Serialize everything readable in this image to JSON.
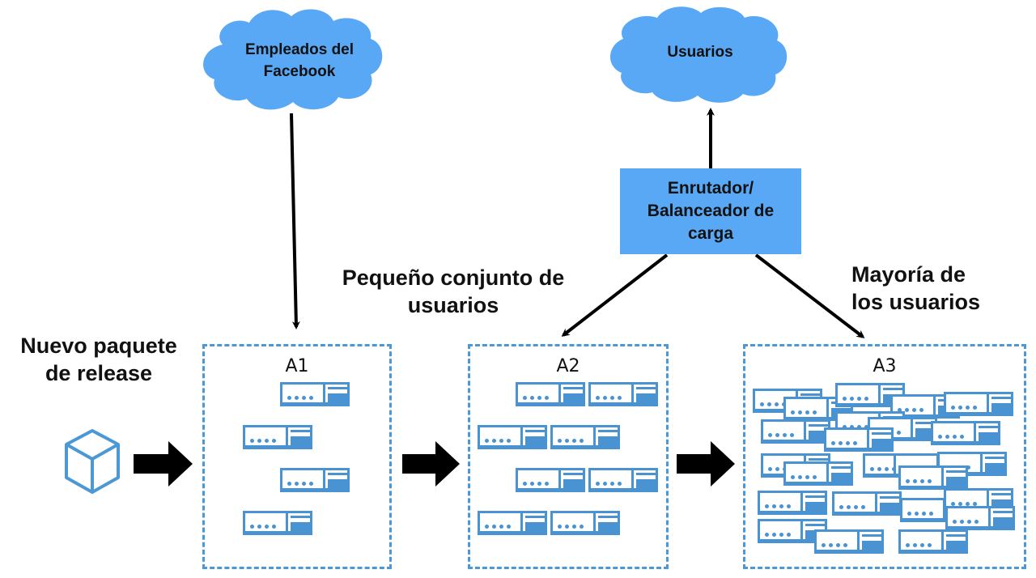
{
  "clouds": {
    "employees": {
      "line1": "Empleados del",
      "line2": "Facebook"
    },
    "users": {
      "label": "Usuarios"
    }
  },
  "router": {
    "line1": "Enrutador/",
    "line2": "Balanceador de",
    "line3": "carga"
  },
  "labels": {
    "new_package": {
      "line1": "Nuevo paquete",
      "line2": "de release"
    },
    "small_set": {
      "line1": "Pequeño conjunto de",
      "line2": "usuarios"
    },
    "majority": {
      "line1": "Mayoría de",
      "line2": "los usuarios"
    }
  },
  "zones": [
    {
      "id": "A1",
      "title": "A1",
      "server_count": 4
    },
    {
      "id": "A2",
      "title": "A2",
      "server_count": 8
    },
    {
      "id": "A3",
      "title": "A3",
      "server_count": 24
    }
  ],
  "colors": {
    "cloud": "#59a8f5",
    "router": "#59a8f5",
    "server": "#4a93d3",
    "zone_border": "#4a98d6",
    "arrow": "#000000"
  },
  "icons": {
    "package": "cube-icon",
    "server": "server-icon",
    "flow_arrow": "arrow-right-icon"
  }
}
